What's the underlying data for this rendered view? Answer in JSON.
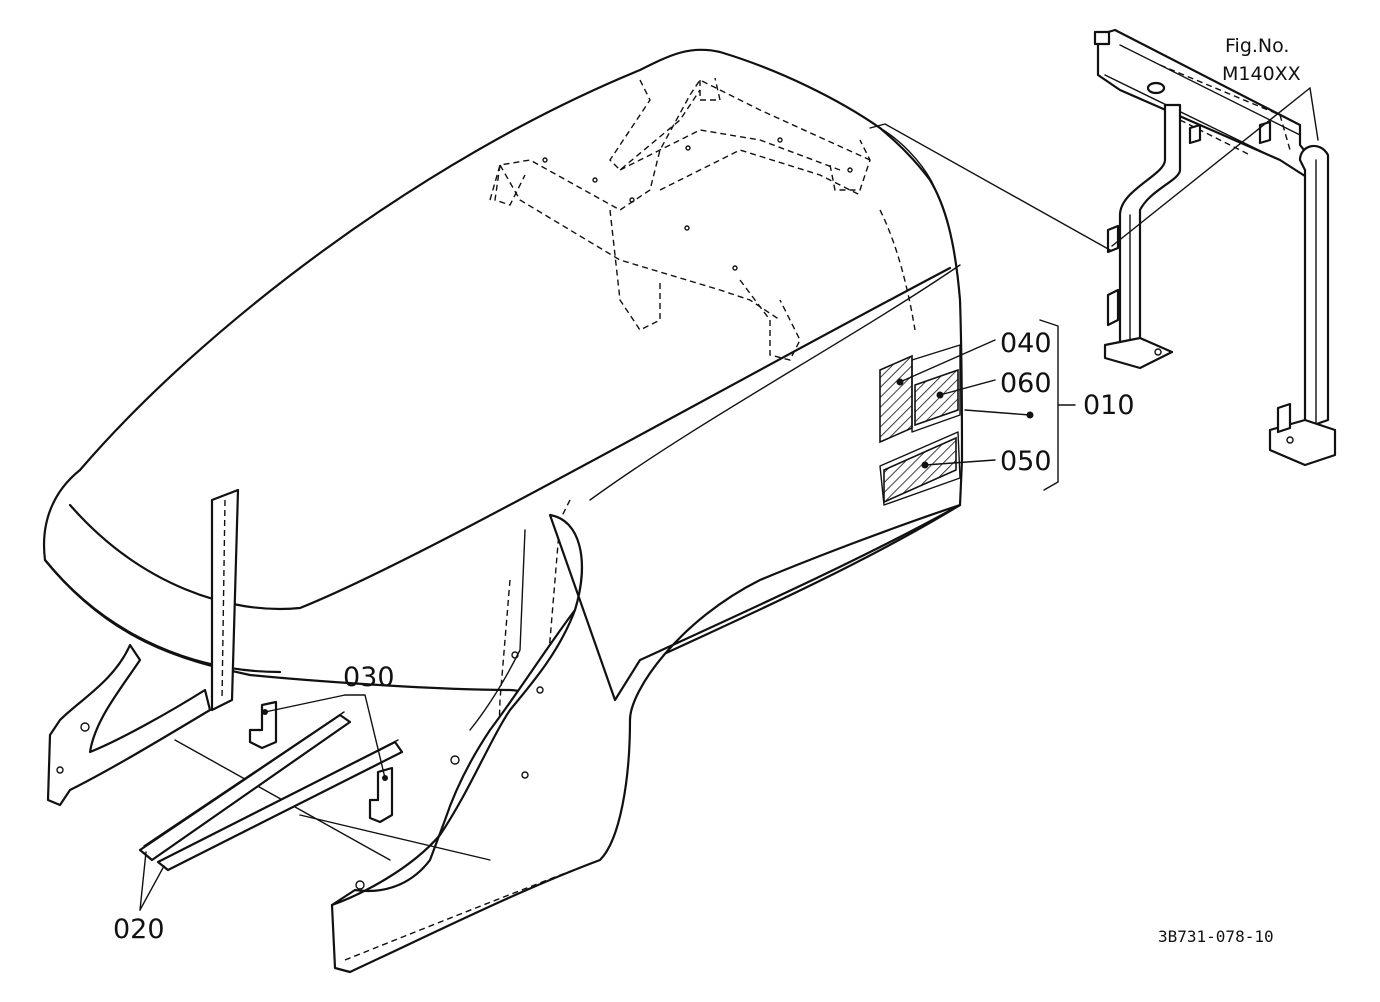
{
  "figure_ref": {
    "line1": "Fig.No.",
    "line2": "M140XX"
  },
  "callouts": {
    "c010": "010",
    "c020": "020",
    "c030": "030",
    "c040": "040",
    "c050": "050",
    "c060": "060"
  },
  "drawing_number": "3B731-078-10"
}
